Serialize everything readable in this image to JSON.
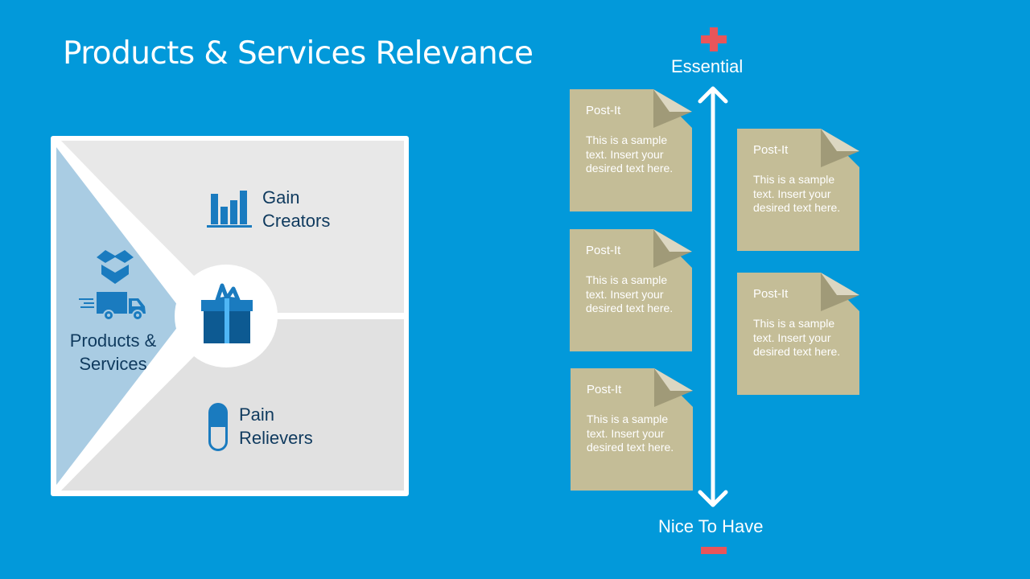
{
  "title": "Products & Services Relevance",
  "canvas": {
    "gain_creators": {
      "line1": "Gain",
      "line2": "Creators",
      "icon": "bar-chart-icon"
    },
    "pain_relievers": {
      "line1": "Pain",
      "line2": "Relievers",
      "icon": "pill-icon"
    },
    "products_services": {
      "line1": "Products &",
      "line2": "Services",
      "icons": [
        "box-icon",
        "delivery-truck-icon"
      ]
    },
    "center_icon": "gift-icon"
  },
  "axis": {
    "top_label": "Essential",
    "bottom_label": "Nice To Have",
    "top_symbol": "plus-icon",
    "bottom_symbol": "minus-icon"
  },
  "postits": [
    {
      "title": "Post-It",
      "body": "This is a sample text. Insert your desired text here."
    },
    {
      "title": "Post-It",
      "body": "This is a sample text. Insert your desired text here."
    },
    {
      "title": "Post-It",
      "body": "This is a sample text. Insert your desired text here."
    },
    {
      "title": "Post-It",
      "body": "This is a sample text. Insert your desired text here."
    },
    {
      "title": "Post-It",
      "body": "This is a sample text. Insert your desired text here."
    }
  ],
  "colors": {
    "background": "#0299da",
    "accent_red": "#e8555a",
    "postit": "#c4bd97",
    "icon_blue": "#1a7bbf",
    "text_dark": "#0f3a5e"
  }
}
